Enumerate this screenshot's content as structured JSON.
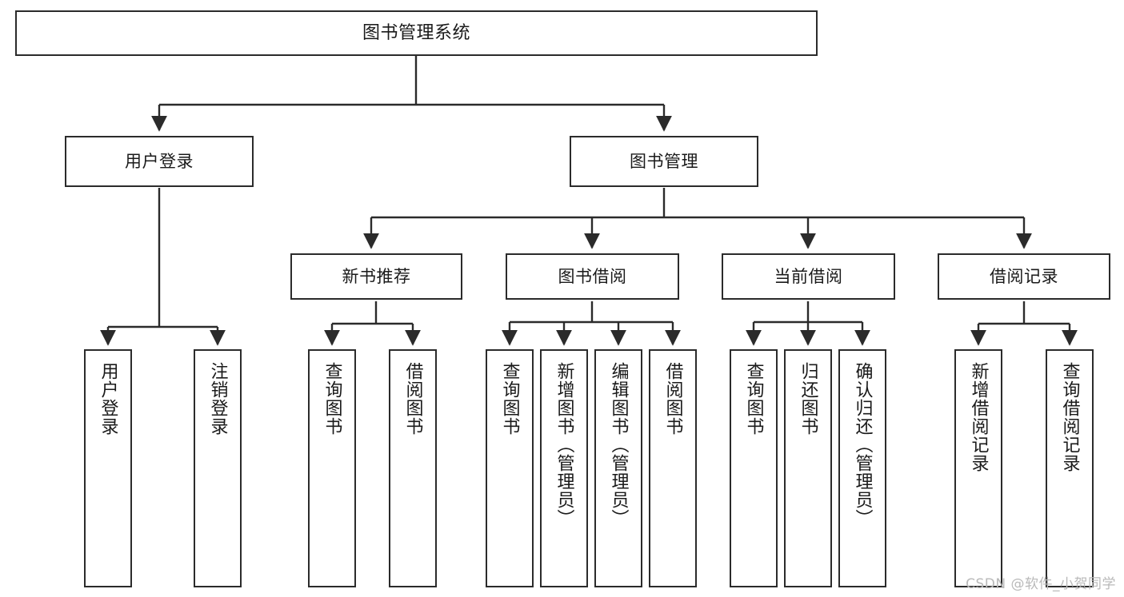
{
  "diagram": {
    "title": "图书管理系统",
    "watermark": "CSDN @软件_小贺同学",
    "style": {
      "background": "#ffffff",
      "border_color": "#2b2b2b",
      "text_color": "#1a1a1a",
      "watermark_color": "#b9b9b9"
    },
    "nodes": {
      "root": {
        "label": "图书管理系统"
      },
      "level2": [
        {
          "label": "用户登录"
        },
        {
          "label": "图书管理"
        }
      ],
      "level3": [
        {
          "label": "新书推荐"
        },
        {
          "label": "图书借阅"
        },
        {
          "label": "当前借阅"
        },
        {
          "label": "借阅记录"
        }
      ],
      "leaves": {
        "user_login": [
          {
            "label": "用户登录"
          },
          {
            "label": "注销登录"
          }
        ],
        "new_book_recommend": [
          {
            "label": "查询图书"
          },
          {
            "label": "借阅图书"
          }
        ],
        "book_borrow": [
          {
            "label": "查询图书"
          },
          {
            "label": "新增图书（管理员）"
          },
          {
            "label": "编辑图书（管理员）"
          },
          {
            "label": "借阅图书"
          }
        ],
        "current_borrow": [
          {
            "label": "查询图书"
          },
          {
            "label": "归还图书"
          },
          {
            "label": "确认归还（管理员）"
          }
        ],
        "borrow_record": [
          {
            "label": "新增借阅记录"
          },
          {
            "label": "查询借阅记录"
          }
        ]
      }
    }
  }
}
